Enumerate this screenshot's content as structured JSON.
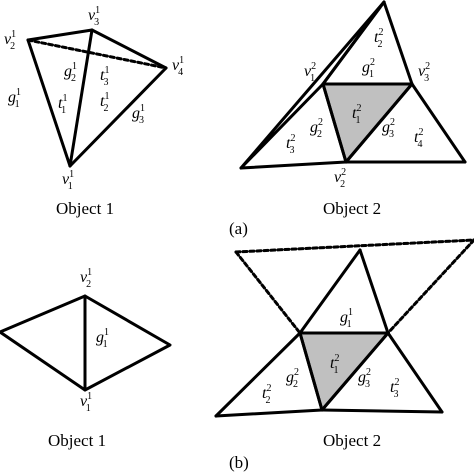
{
  "part_a": {
    "label": "(a)",
    "object1": {
      "caption": "Object 1",
      "vertices": [
        {
          "base": "v",
          "sup": "1",
          "sub": "1"
        },
        {
          "base": "v",
          "sup": "1",
          "sub": "2"
        },
        {
          "base": "v",
          "sup": "1",
          "sub": "3"
        },
        {
          "base": "v",
          "sup": "1",
          "sub": "4"
        }
      ],
      "faces": [
        {
          "base": "g",
          "sup": "1",
          "sub": "1"
        },
        {
          "base": "g",
          "sup": "1",
          "sub": "2"
        },
        {
          "base": "g",
          "sup": "1",
          "sub": "3"
        },
        {
          "base": "t",
          "sup": "1",
          "sub": "1"
        },
        {
          "base": "t",
          "sup": "1",
          "sub": "2"
        },
        {
          "base": "t",
          "sup": "1",
          "sub": "3"
        }
      ]
    },
    "object2": {
      "caption": "Object 2",
      "vertices": [
        {
          "base": "v",
          "sup": "2",
          "sub": "1"
        },
        {
          "base": "v",
          "sup": "2",
          "sub": "2"
        },
        {
          "base": "v",
          "sup": "2",
          "sub": "3"
        }
      ],
      "faces": [
        {
          "base": "t",
          "sup": "2",
          "sub": "1"
        },
        {
          "base": "t",
          "sup": "2",
          "sub": "2"
        },
        {
          "base": "t",
          "sup": "2",
          "sub": "3"
        },
        {
          "base": "t",
          "sup": "2",
          "sub": "4"
        },
        {
          "base": "g",
          "sup": "2",
          "sub": "1"
        },
        {
          "base": "g",
          "sup": "2",
          "sub": "2"
        },
        {
          "base": "g",
          "sup": "2",
          "sub": "3"
        }
      ]
    }
  },
  "part_b": {
    "label": "(b)",
    "object1": {
      "caption": "Object 1",
      "vertices": [
        {
          "base": "v",
          "sup": "1",
          "sub": "2"
        },
        {
          "base": "v",
          "sup": "1",
          "sub": "1"
        }
      ],
      "faces": [
        {
          "base": "g",
          "sup": "1",
          "sub": "1"
        }
      ]
    },
    "object2": {
      "caption": "Object 2",
      "faces": [
        {
          "base": "g",
          "sup": "1",
          "sub": "1"
        },
        {
          "base": "g",
          "sup": "2",
          "sub": "2"
        },
        {
          "base": "g",
          "sup": "2",
          "sub": "3"
        },
        {
          "base": "t",
          "sup": "2",
          "sub": "1"
        },
        {
          "base": "t",
          "sup": "2",
          "sub": "2"
        },
        {
          "base": "t",
          "sup": "2",
          "sub": "3"
        }
      ]
    }
  },
  "colors": {
    "line": "#000000",
    "shaded_face": "#c0c0c0",
    "background": "#ffffff"
  }
}
